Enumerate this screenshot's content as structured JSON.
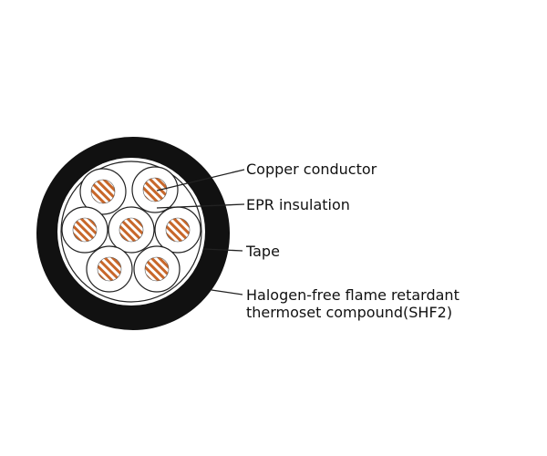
{
  "labels": {
    "conductor": "Copper conductor",
    "insulation": "EPR insulation",
    "tape": "Tape",
    "sheath_line1": "Halogen-free flame retardant",
    "sheath_line2": "thermoset compound(SHF2)"
  },
  "colors": {
    "sheath": "#111111",
    "copper": "#c8672a",
    "line": "#222222"
  },
  "core_count": 7
}
